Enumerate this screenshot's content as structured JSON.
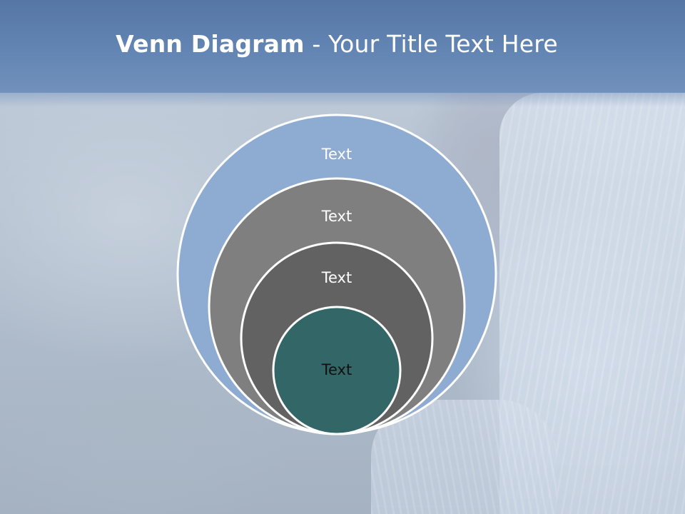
{
  "slide": {
    "title_bold": "Venn Diagram",
    "title_rest": " - Your Title Text Here"
  },
  "diagram": {
    "circles": [
      {
        "label": "Text",
        "fill": "#8eabd2",
        "text_color": "#ffffff"
      },
      {
        "label": "Text",
        "fill": "#7f7f7f",
        "text_color": "#ffffff"
      },
      {
        "label": "Text",
        "fill": "#626262",
        "text_color": "#ffffff"
      },
      {
        "label": "Text",
        "fill": "#336666",
        "text_color": "#111111"
      }
    ],
    "outline_color": "#ffffff"
  }
}
